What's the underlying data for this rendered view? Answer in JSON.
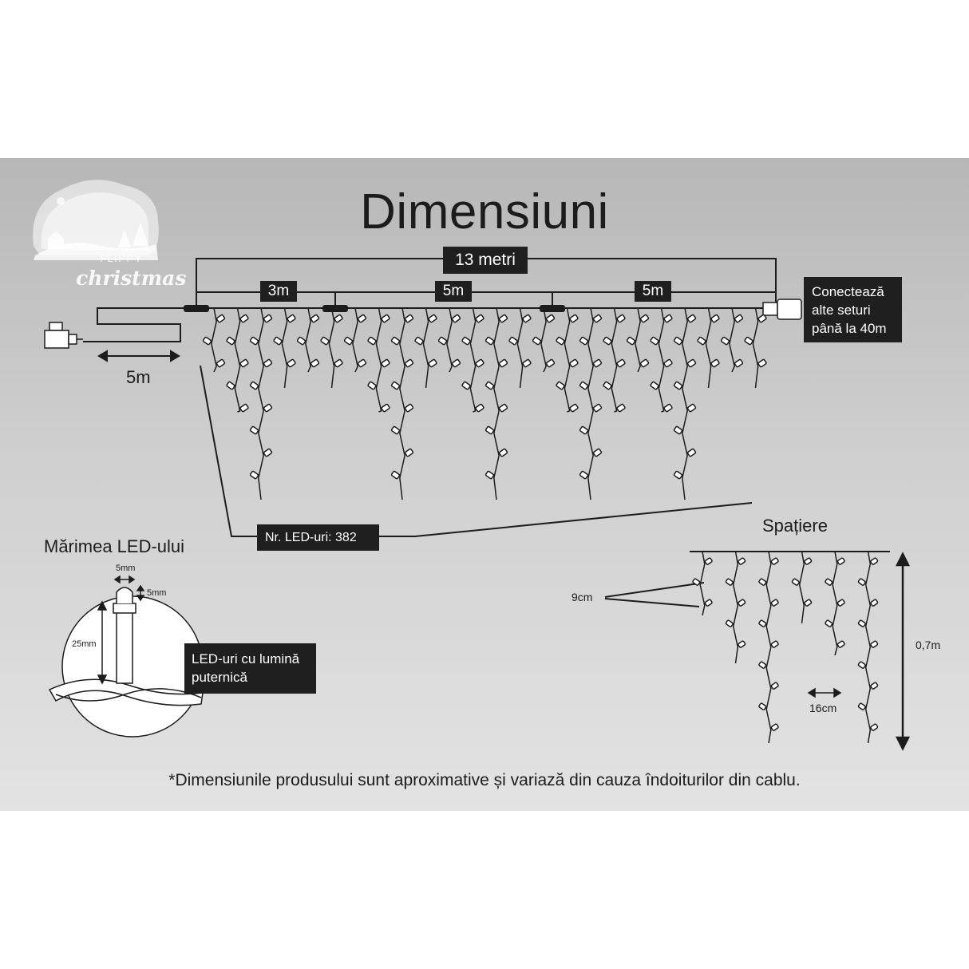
{
  "title": "Dimensiuni",
  "branding": {
    "line1": "FLIPPY",
    "line2": "christmas"
  },
  "main": {
    "total_length": "13 metri",
    "segments": [
      "3m",
      "5m",
      "5m"
    ],
    "lead_cable": "5m",
    "connect_note": "Conectează\nalte seturi\npână la 40m",
    "led_count": "Nr. LED-uri: 382"
  },
  "led_size": {
    "heading": "Mărimea LED-ului",
    "width": "5mm",
    "height": "5mm",
    "length": "25mm",
    "note": "LED-uri cu lumină\nputernică"
  },
  "spacing": {
    "heading": "Spațiere",
    "drop_spacing": "9cm",
    "strand_spacing": "16cm",
    "max_drop": "0,7m"
  },
  "footer_note": "*Dimensiunile produsului sunt aproximative și variază din cauza îndoiturilor din cablu.",
  "colors": {
    "panel": "#c8c8c8",
    "ink": "#1c1c1c",
    "label_box": "#1f1f1f",
    "label_text": "#ffffff"
  },
  "icons": [
    "plug-adapter-icon",
    "connector-node-icon",
    "end-connector-icon",
    "led-bulb-icon",
    "twisted-cable-icon",
    "double-arrow-icon"
  ]
}
